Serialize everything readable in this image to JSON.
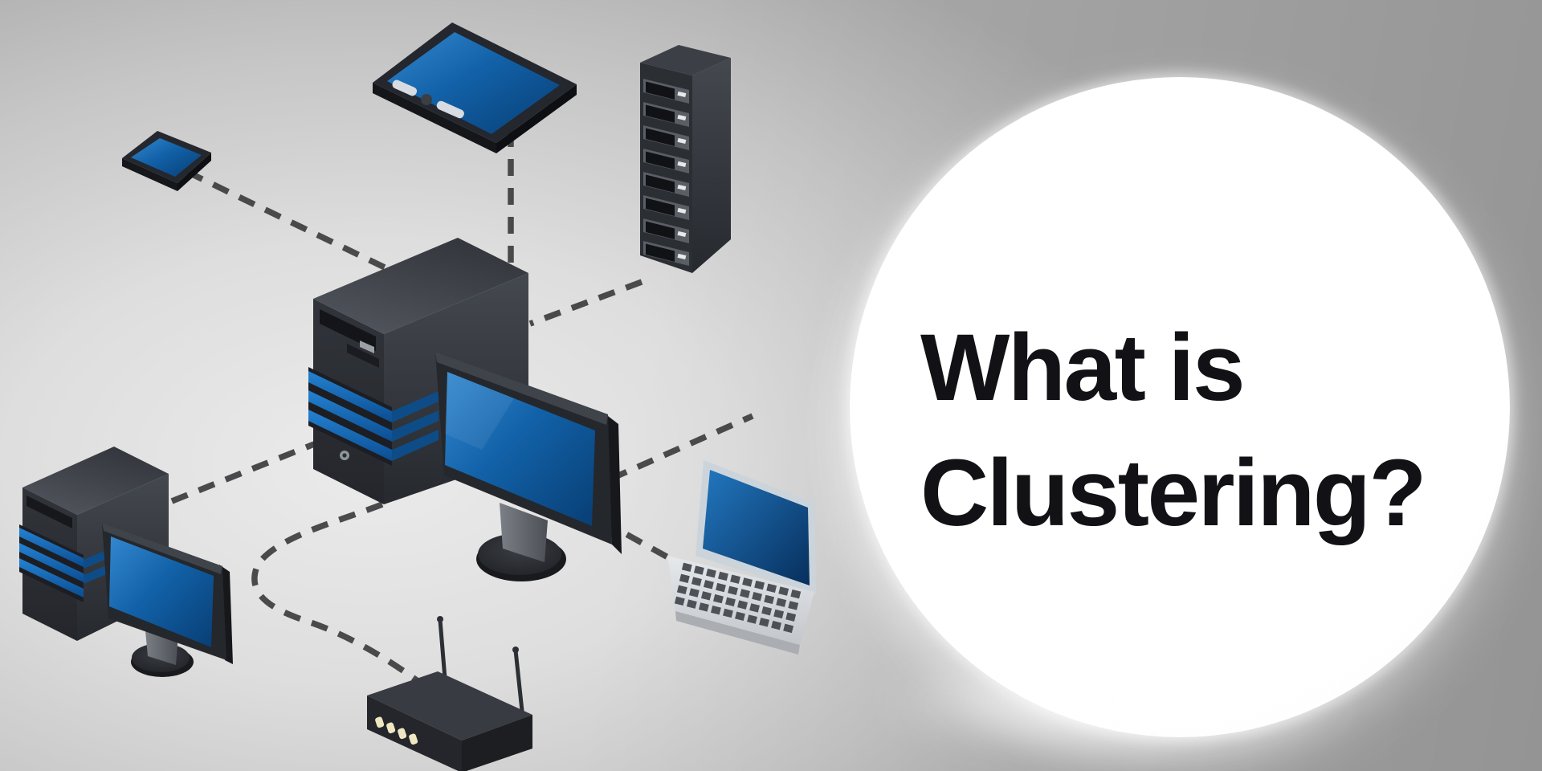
{
  "title": {
    "line1": "What is",
    "line2": "Clustering?"
  },
  "colors": {
    "background_light": "#ebebeb",
    "background_dark": "#aaaaaa",
    "circle_fill": "#ffffff",
    "title_text": "#121216",
    "screen_blue": "#1366ad",
    "device_body_dark": "#2b2e33",
    "dashed_line": "#3e3e40",
    "laptop_silver": "#d3d6da",
    "router_led": "#efe7c2"
  },
  "illustration": {
    "description": "Cluster of computing devices connected to a central server tower by dashed lines",
    "nodes": [
      {
        "id": "smartphone",
        "label": "smartphone"
      },
      {
        "id": "tablet",
        "label": "tablet"
      },
      {
        "id": "server-rack",
        "label": "server rack tower"
      },
      {
        "id": "server-tower",
        "label": "central server tower"
      },
      {
        "id": "desktop-monitor",
        "label": "desktop monitor"
      },
      {
        "id": "workstation",
        "label": "workstation tower with monitor"
      },
      {
        "id": "laptop",
        "label": "laptop"
      },
      {
        "id": "router",
        "label": "wireless router"
      }
    ],
    "connections": [
      {
        "from": "smartphone",
        "to": "server-tower"
      },
      {
        "from": "tablet",
        "to": "server-tower"
      },
      {
        "from": "server-rack",
        "to": "server-tower"
      },
      {
        "from": "desktop-monitor",
        "to": "laptop"
      },
      {
        "from": "workstation",
        "to": "server-tower"
      },
      {
        "from": "server-tower",
        "to": "router"
      }
    ]
  }
}
